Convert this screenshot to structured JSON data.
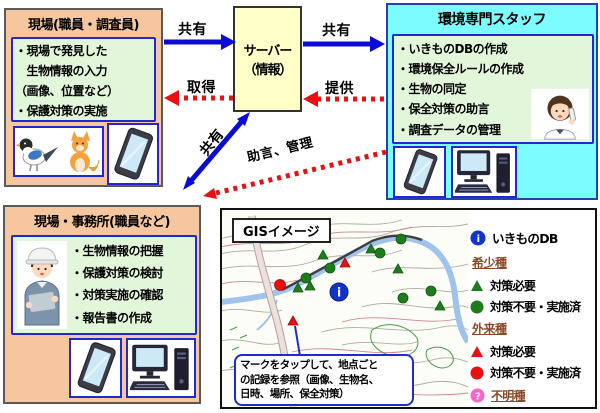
{
  "field_box": {
    "title": "現場(職員・調査員)",
    "tasks": [
      "・現場で発見した",
      "　生物情報の入力",
      "（画像、位置など）",
      "・保護対策の実施"
    ]
  },
  "server_box": {
    "name_line1": "サーバー",
    "name_line2": "（情報）"
  },
  "expert_box": {
    "title": "環境専門スタッフ",
    "tasks": [
      "・いきものDBの作成",
      "・環境保全ルールの作成",
      "・生物の同定",
      "・保全対策の助言",
      "・調査データの管理"
    ]
  },
  "office_box": {
    "title": "現場・事務所(職員など)",
    "tasks": [
      "・生物情報の把握",
      "・保護対策の検討",
      "・対策実施の確認",
      "・報告書の作成"
    ]
  },
  "arrows": {
    "share_field_to_server": "共有",
    "share_server_to_expert": "共有",
    "acquire": "取得",
    "provide": "提供",
    "share_server_office": "共有",
    "advice_manage": "助言、管理"
  },
  "gis": {
    "label": "GISイメージ",
    "callout": [
      "マークをタップして、地点ごと",
      "の記録を参照（画像、生物名、",
      "日時、場所、保全対策）"
    ],
    "legend": {
      "db": {
        "icon_char": "i",
        "label": "いきものDB"
      },
      "rare": {
        "header": "希少種",
        "need": "対策必要",
        "done": "対策不要・実施済"
      },
      "alien": {
        "header": "外来種",
        "need": "対策必要",
        "done": "対策不要・実施済"
      },
      "unknown": {
        "icon_char": "?",
        "label": "不明種"
      }
    }
  },
  "colors": {
    "peach_box_bg": "#f6c79e",
    "expert_box_bg": "#7cfcfc",
    "server_box_bg": "#ffffc8",
    "panel_bg": "#e2f6da",
    "panel_border_blue": "#1f2bd0",
    "blue_arrow": "#0b0bd6",
    "red_arrow": "#e81010",
    "marker_green": "#1d7d1d",
    "marker_red": "#e81010",
    "db_marker_blue": "#1133cc",
    "unknown_marker_pink": "#f966c8",
    "species_header_brown": "#8a4a2a"
  }
}
